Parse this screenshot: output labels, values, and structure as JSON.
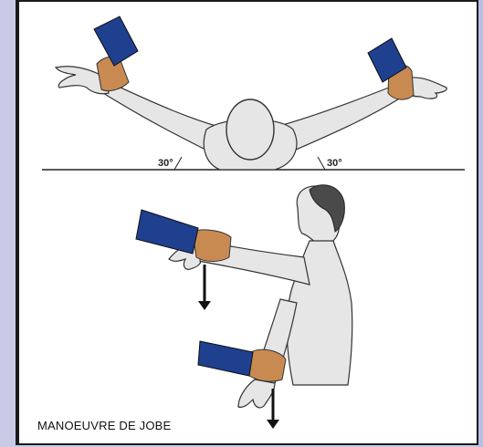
{
  "figure": {
    "angle_left": "30°",
    "angle_right": "30°",
    "caption": "MANOEUVRE DE JOBE"
  },
  "colors": {
    "background_frame": "#c8cbe6",
    "sleeve": "#1f3f8f",
    "examiner_hand": "#c98a52",
    "skin": "#e6e6e6",
    "hair": "#4a4a4a"
  },
  "icons": [
    "patient-top-view-icon",
    "patient-side-view-icon",
    "examiner-hand-icon",
    "down-arrow-icon"
  ]
}
